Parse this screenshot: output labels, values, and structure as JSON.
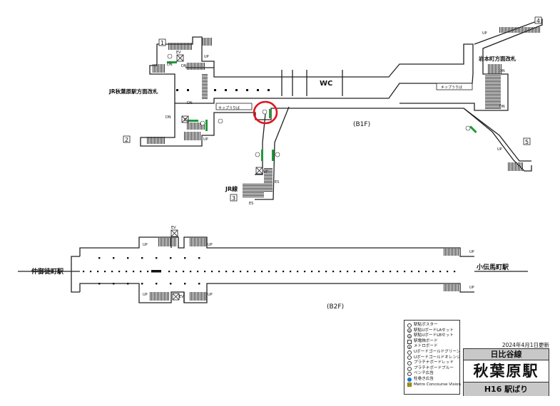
{
  "b1f": {
    "floor_label": "(B1F)",
    "wc": "WC",
    "gate_jr": "JR秋葉原駅方面改札",
    "gate_iwamoto": "岩本町方面改札",
    "jr_line": "JR線",
    "kippu_1": "キップうりば",
    "kippu_2": "キップうりば",
    "ev": "EV",
    "es": "ES",
    "up": "UP",
    "dn": "DN",
    "exits": [
      "1",
      "2",
      "3",
      "4",
      "5"
    ]
  },
  "b2f": {
    "floor_label": "(B2F)",
    "west_station": "仲御徒町駅",
    "east_station": "小伝馬町駅",
    "ev": "EV",
    "up": "UP"
  },
  "legend": {
    "items": [
      {
        "mark": "",
        "label": "駅貼ポスター"
      },
      {
        "mark": "②",
        "label": "駅貼UボードLAセット"
      },
      {
        "mark": "③",
        "label": "駅貼UボードLBセット"
      },
      {
        "mark": "",
        "label": "駅電飾ボード"
      },
      {
        "mark": "✕",
        "label": "メトロボード"
      },
      {
        "mark": "",
        "label": "Uボードゴールドグリーン"
      },
      {
        "mark": "",
        "label": "Uボードゴールドオレンジ"
      },
      {
        "mark": "",
        "label": "プラチナボードレッド"
      },
      {
        "mark": "",
        "label": "プラチナボードブルー"
      },
      {
        "mark": "",
        "label": "ベンチ広告"
      },
      {
        "mark": "",
        "label": "柱巻き広告"
      },
      {
        "mark": "M",
        "label": "Metro Concourse Vision"
      }
    ]
  },
  "info": {
    "updated": "2024年4月1日更新",
    "line_name": "日比谷線",
    "station_name": "秋葉原駅",
    "station_code": "H16 駅ばり"
  },
  "colors": {
    "board_green": "#1f9a3a",
    "highlight_red": "#e0141e",
    "outline": "#222222",
    "panel_gray": "#c8c8c8"
  }
}
